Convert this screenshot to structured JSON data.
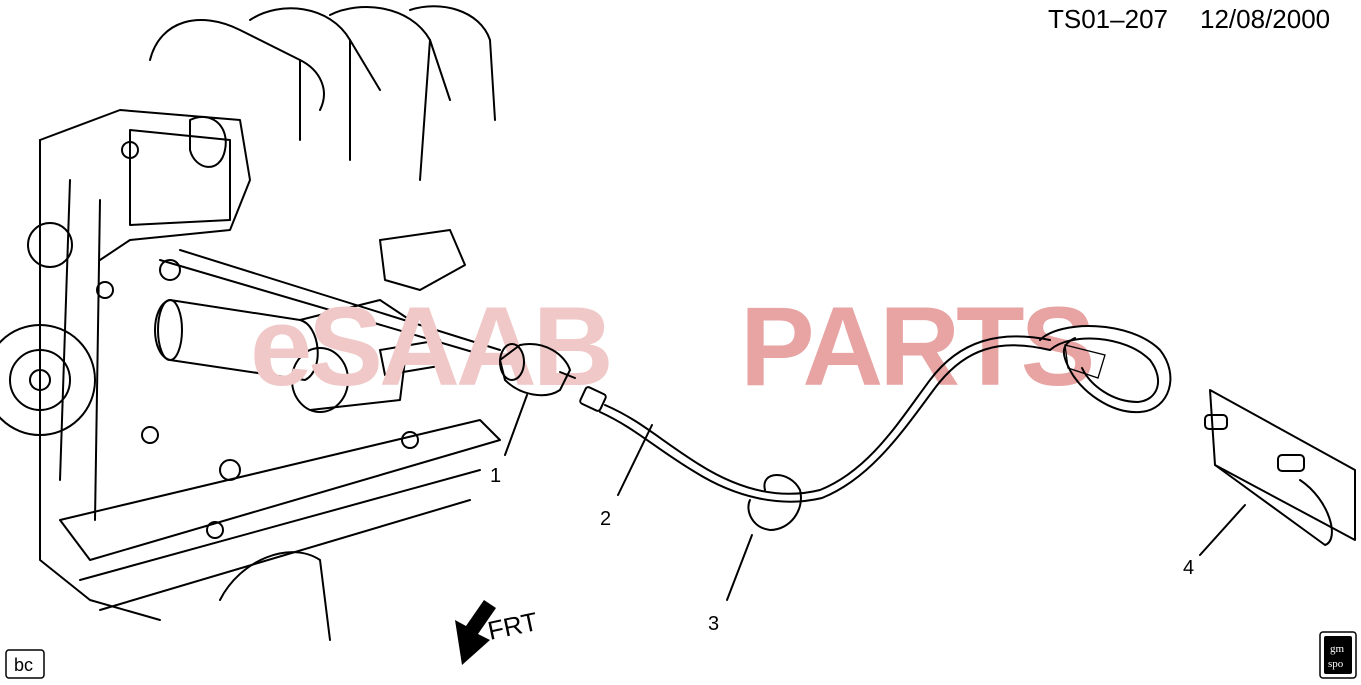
{
  "header": {
    "code": "TS01–207",
    "date": "12/08/2000"
  },
  "watermark": {
    "prefix": "eSAAB",
    "suffix": "PARTS",
    "prefix_color": "#f0c8c8",
    "suffix_color": "#e8a3a3"
  },
  "callouts": [
    {
      "number": "1"
    },
    {
      "number": "2"
    },
    {
      "number": "3"
    },
    {
      "number": "4"
    }
  ],
  "direction": {
    "label": "FRT",
    "icon": "arrow-down-left-icon"
  },
  "corner_tag": "bc",
  "logo": {
    "line1": "gm",
    "line2": "spo"
  }
}
